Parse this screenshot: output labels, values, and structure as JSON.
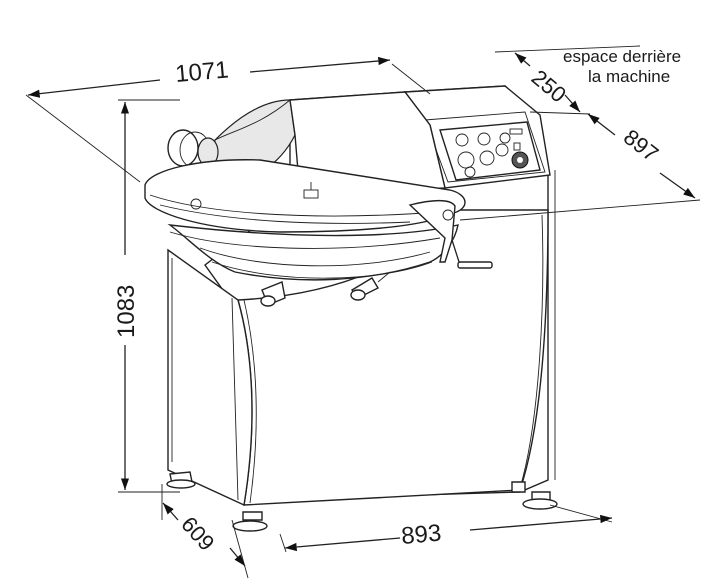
{
  "dimensions": {
    "top_width": "1071",
    "top_depth_rear": "250",
    "overall_depth": "897",
    "height": "1083",
    "base_depth": "609",
    "base_width": "893"
  },
  "note": {
    "line1": "espace derrière",
    "line2": "la machine"
  }
}
